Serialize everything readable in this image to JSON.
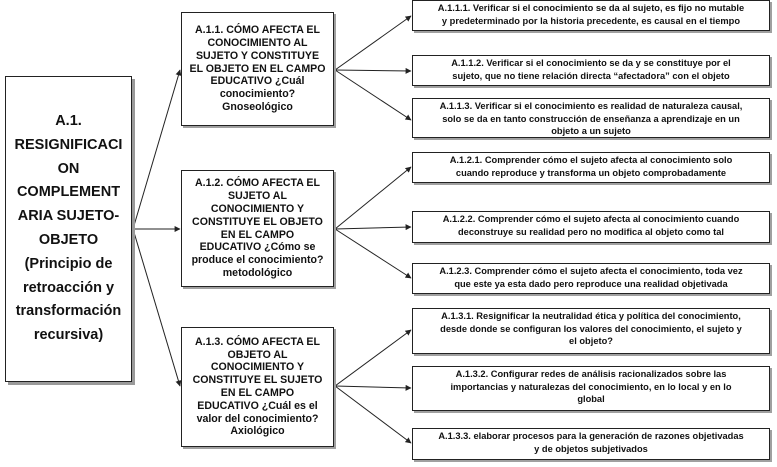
{
  "root": {
    "text": "A.1.\nRESIGNIFICACI\nON\nCOMPLEMENT\nARIA SUJETO-\nOBJETO\n(Principio de\nretroacción y\ntransformación\nrecursiva)"
  },
  "branches": [
    {
      "text": "A.1.1. CÓMO AFECTA EL\nCONOCIMIENTO AL\nSUJETO Y CONSTITUYE\nEL OBJETO EN EL CAMPO\nEDUCATIVO ¿Cuál\nconocimiento?\nGnoseológico",
      "leaves": [
        "A.1.1.1. Verificar si el conocimiento se da al sujeto, es fijo no mutable\ny predeterminado por la historia precedente, es causal en el tiempo",
        "A.1.1.2. Verificar si el conocimiento se da y se constituye por el\nsujeto, que no tiene relación directa “afectadora” con el objeto",
        "A.1.1.3. Verificar si el conocimiento es realidad de naturaleza causal,\nsolo se da en tanto construcción de enseñanza a aprendizaje en un\nobjeto a un sujeto"
      ]
    },
    {
      "text": "A.1.2. CÓMO AFECTA EL\nSUJETO AL\nCONOCIMIENTO Y\nCONSTITUYE EL OBJETO\nEN EL CAMPO\nEDUCATIVO ¿Cómo se\nproduce el conocimiento?\nmetodológico",
      "leaves": [
        "A.1.2.1. Comprender cómo el sujeto afecta al conocimiento solo\ncuando reproduce y transforma un objeto comprobadamente",
        "A.1.2.2. Comprender cómo el sujeto afecta al conocimiento cuando\ndeconstruye su realidad pero no modifica al objeto como tal",
        "A.1.2.3. Comprender cómo el sujeto afecta el conocimiento, toda vez\nque este ya esta dado pero reproduce una realidad objetivada"
      ]
    },
    {
      "text": "A.1.3. CÓMO AFECTA EL\nOBJETO AL\nCONOCIMIENTO Y\nCONSTITUYE EL SUJETO\nEN EL CAMPO\nEDUCATIVO ¿Cuál es el\nvalor del conocimiento?\nAxiológico",
      "leaves": [
        "A.1.3.1. Resignificar la neutralidad ética y política del conocimiento,\ndesde donde se configuran los valores del conocimiento, el sujeto y\nel objeto?",
        "A.1.3.2. Configurar redes de análisis racionalizados sobre las\nimportancias y naturalezas del conocimiento, en lo local y en lo\nglobal",
        "A.1.3.3. elaborar procesos para la generación de razones objetivadas\ny de objetos subjetivados"
      ]
    }
  ]
}
